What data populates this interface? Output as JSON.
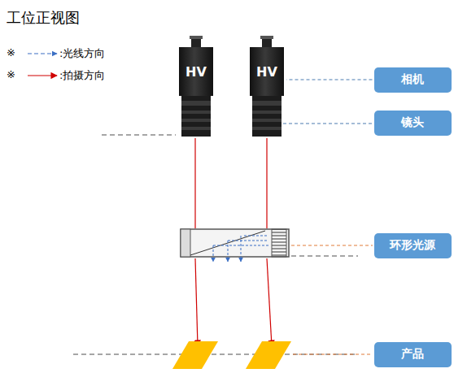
{
  "diagram": {
    "title": "工位正视图",
    "nodes": [
      {
        "text": [
          "HV"
        ]
      },
      {
        "text": [
          "HV"
        ]
      },
      {
        "text": [
          "相机"
        ]
      },
      {
        "text": [
          "镜头"
        ]
      },
      {
        "text": [
          "环形光源"
        ]
      },
      {
        "text": [
          "产品"
        ]
      }
    ],
    "edges": [
      {
        "from": 2,
        "to": 1,
        "arrow": "none"
      }
    ],
    "labels": [
      "※",
      "※"
    ],
    "legend": [
      {
        "text": ":光线方向"
      },
      {
        "text": ":拍摄方向"
      }
    ]
  }
}
